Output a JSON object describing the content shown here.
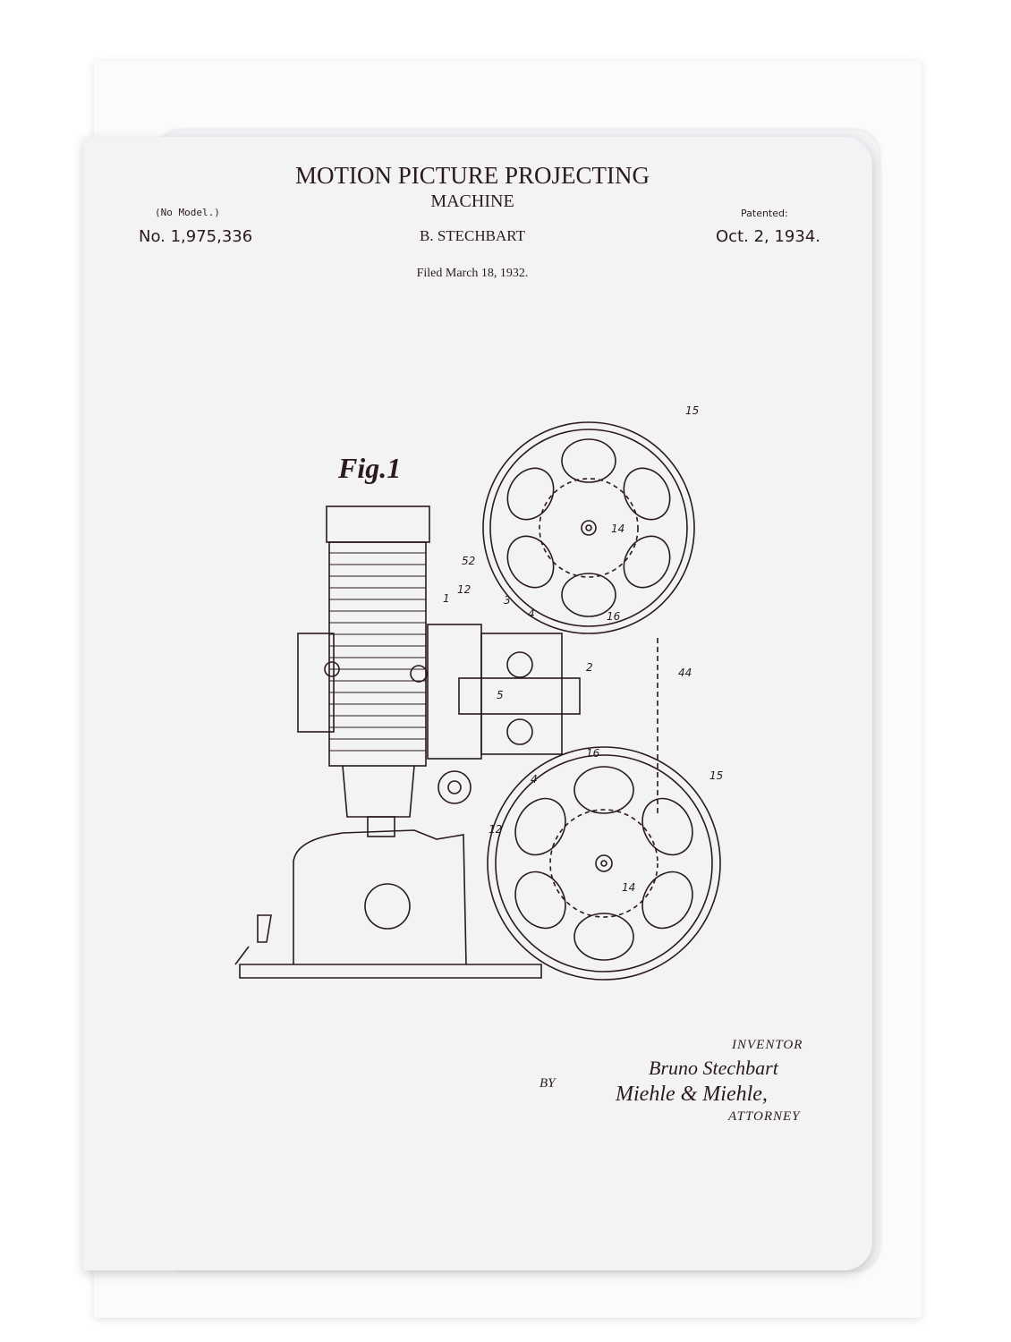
{
  "patent": {
    "title": "MOTION PICTURE PROJECTING",
    "subtitle": "MACHINE",
    "model_note": "(No Model.)",
    "number": "No. 1,975,336",
    "inventor_name": "B. STECHBART",
    "patented_label": "Patented:",
    "patented_date": "Oct. 2, 1934.",
    "filed": "Filed March 18, 1932.",
    "figure_label": "Fig.1"
  },
  "figure_callouts": [
    "15",
    "14",
    "16",
    "52",
    "12",
    "1",
    "3",
    "4",
    "2",
    "44",
    "5",
    "16",
    "15",
    "4",
    "12",
    "14"
  ],
  "signature_block": {
    "inventor_label": "INVENTOR",
    "inventor_signature": "Bruno Stechbart",
    "by_label": "BY",
    "attorney_signature": "Miehle & Miehle,",
    "attorney_label": "ATTORNEY"
  },
  "colors": {
    "ink": "#2a1a1c",
    "paper": "#f3f3f6"
  }
}
